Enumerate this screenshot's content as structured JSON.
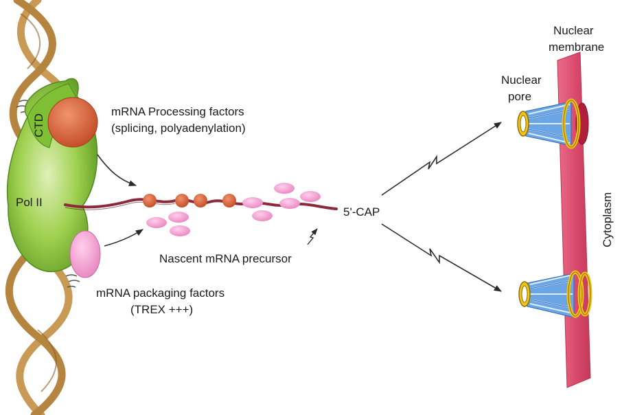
{
  "labels": {
    "ctd": "CTD",
    "pol2": "Pol II",
    "processing_line1": "mRNA Processing factors",
    "processing_line2": "(splicing, polyadenylation)",
    "packaging_line1": "mRNA packaging factors",
    "packaging_line2": "(TREX +++)",
    "nascent": "Nascent mRNA precursor",
    "cap": "5'-CAP",
    "nuclear_pore_line1": "Nuclear",
    "nuclear_pore_line2": "pore",
    "membrane_line1": "Nuclear",
    "membrane_line2": "membrane",
    "cytoplasm": "Cytoplasm"
  },
  "colors": {
    "dna_strand": "#c99a55",
    "dna_dark": "#8a5e2a",
    "pol2_green": "#8cc63f",
    "pol2_dark": "#5f9a24",
    "processing_factor": "#d9623a",
    "packaging_factor": "#f29bd0",
    "mrna": "#8b2a3a",
    "membrane": "#e05a78",
    "pore_blue": "#3a86d9",
    "pore_yellow": "#f0c419",
    "pore_red": "#b0203a"
  }
}
